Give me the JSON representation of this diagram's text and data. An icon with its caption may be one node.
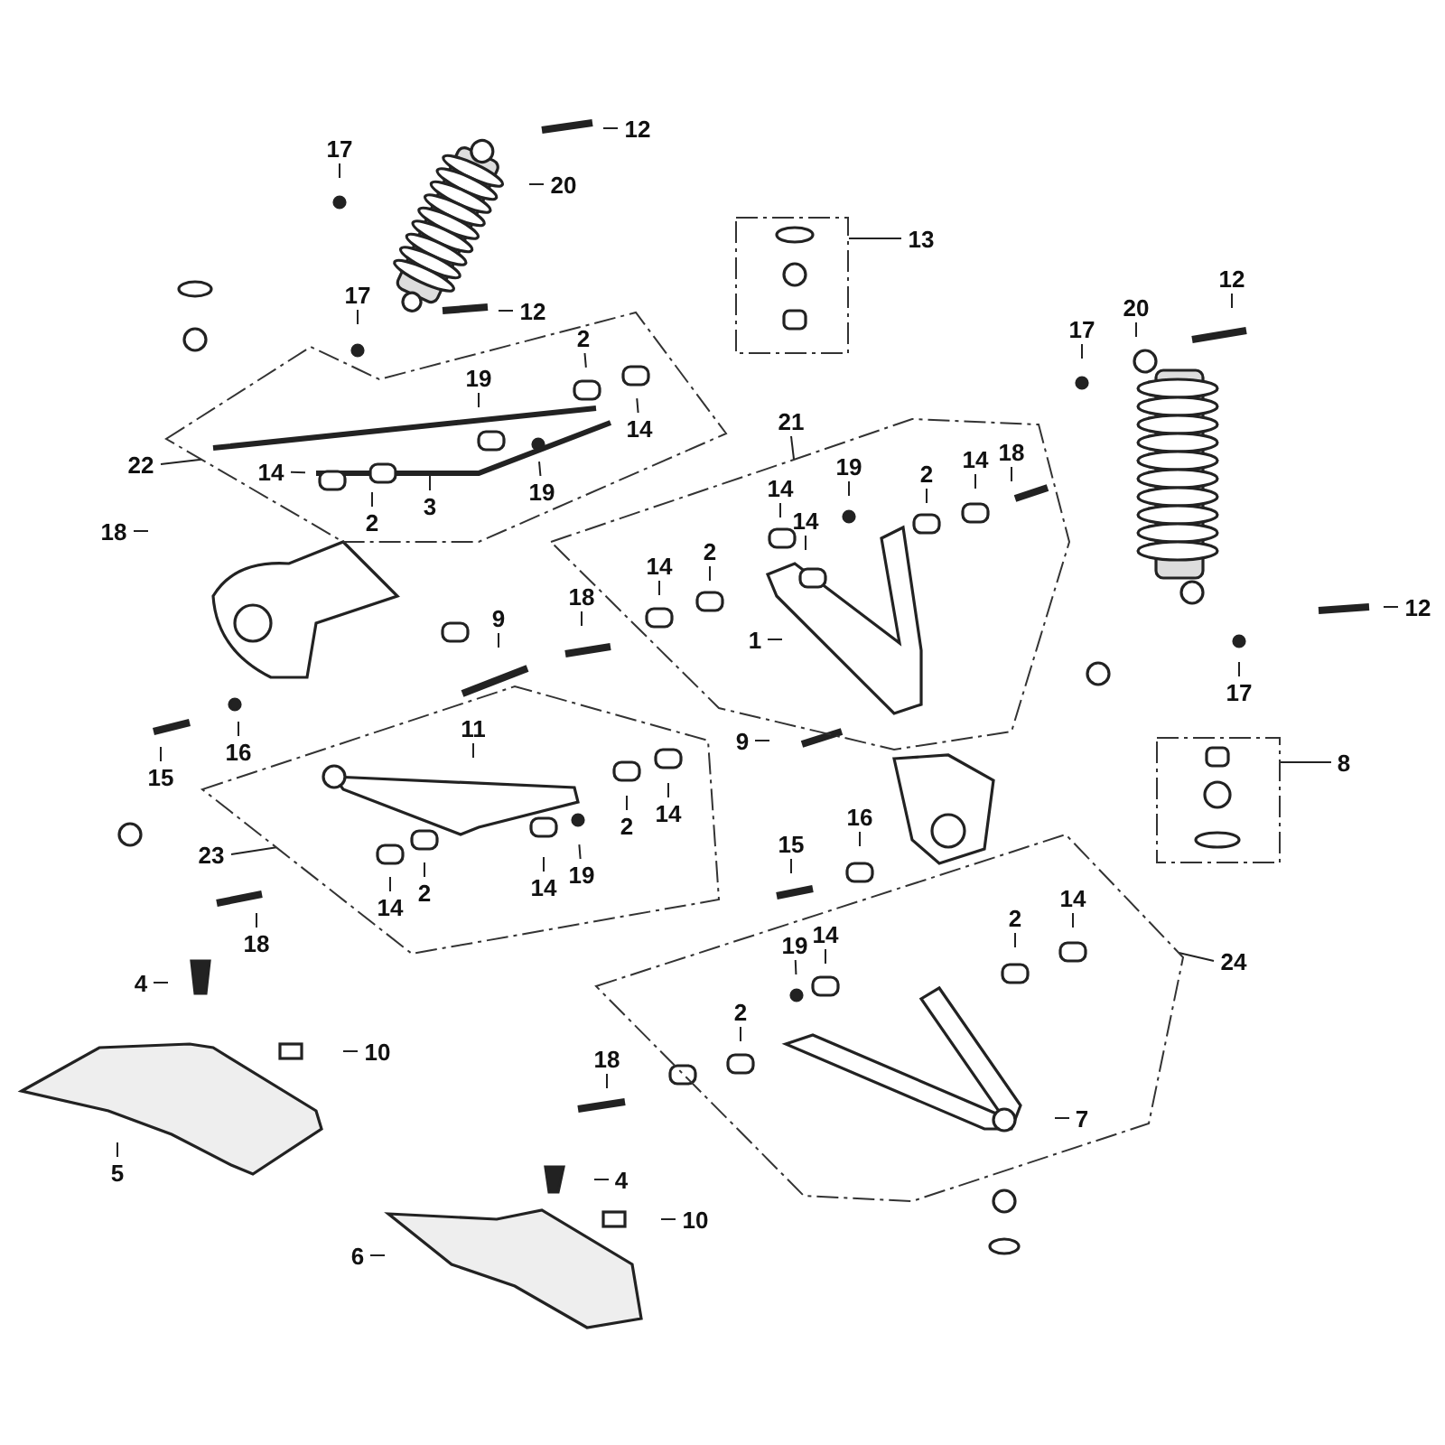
{
  "diagram": {
    "nodes": [
      {
        "text": [],
        "shape": "polygon"
      },
      {
        "text": [],
        "shape": "polygon"
      },
      {
        "text": [],
        "shape": "polygon"
      },
      {
        "text": [],
        "shape": "polygon"
      },
      {
        "text": [],
        "shape": "box"
      },
      {
        "text": [],
        "shape": "box"
      },
      {
        "text": [
          "12"
        ]
      },
      {
        "text": [
          "17"
        ]
      },
      {
        "text": [
          "20"
        ]
      },
      {
        "text": [
          "13"
        ]
      },
      {
        "text": [
          "12"
        ]
      },
      {
        "text": [
          "17"
        ]
      },
      {
        "text": [
          "20"
        ]
      },
      {
        "text": [
          "17"
        ]
      },
      {
        "text": [
          "12"
        ]
      },
      {
        "text": [
          "2"
        ],
        "in": 0
      },
      {
        "text": [
          "19"
        ],
        "in": 0
      },
      {
        "text": [
          "21"
        ]
      },
      {
        "text": [
          "14"
        ],
        "in": 0
      },
      {
        "text": [
          "18"
        ],
        "in": 1
      },
      {
        "text": [
          "2"
        ],
        "in": 1
      },
      {
        "text": [
          "14"
        ],
        "in": 1
      },
      {
        "text": [
          "19"
        ],
        "in": 1
      },
      {
        "text": [
          "22"
        ]
      },
      {
        "text": [
          "14"
        ],
        "in": 0
      },
      {
        "text": [
          "14"
        ],
        "in": 1
      },
      {
        "text": [
          "14"
        ],
        "in": 1
      },
      {
        "text": [
          "19"
        ],
        "in": 0
      },
      {
        "text": [
          "3"
        ],
        "in": 0
      },
      {
        "text": [
          "2"
        ],
        "in": 0
      },
      {
        "text": [
          "18"
        ]
      },
      {
        "text": [
          "2"
        ],
        "in": 1
      },
      {
        "text": [
          "14"
        ],
        "in": 1
      },
      {
        "text": [
          "18"
        ]
      },
      {
        "text": [
          "9"
        ]
      },
      {
        "text": [
          "12"
        ]
      },
      {
        "text": [
          "1"
        ],
        "in": 1
      },
      {
        "text": [
          "17"
        ]
      },
      {
        "text": [
          "11"
        ],
        "in": 2
      },
      {
        "text": [
          "9"
        ]
      },
      {
        "text": [
          "16"
        ]
      },
      {
        "text": [
          "8"
        ]
      },
      {
        "text": [
          "15"
        ]
      },
      {
        "text": [
          "14"
        ],
        "in": 2
      },
      {
        "text": [
          "16"
        ]
      },
      {
        "text": [
          "2"
        ],
        "in": 2
      },
      {
        "text": [
          "15"
        ]
      },
      {
        "text": [
          "23"
        ]
      },
      {
        "text": [
          "19"
        ],
        "in": 2
      },
      {
        "text": [
          "14"
        ],
        "in": 2
      },
      {
        "text": [
          "2"
        ],
        "in": 2
      },
      {
        "text": [
          "14"
        ],
        "in": 3
      },
      {
        "text": [
          "2"
        ],
        "in": 3
      },
      {
        "text": [
          "14"
        ],
        "in": 2
      },
      {
        "text": [
          "19"
        ],
        "in": 3
      },
      {
        "text": [
          "18"
        ]
      },
      {
        "text": [
          "24"
        ]
      },
      {
        "text": [
          "4"
        ]
      },
      {
        "text": [
          "2"
        ],
        "in": 3
      },
      {
        "text": [
          "14"
        ],
        "in": 3
      },
      {
        "text": [
          "10"
        ]
      },
      {
        "text": [
          "18"
        ]
      },
      {
        "text": [
          "7"
        ],
        "in": 3
      },
      {
        "text": [
          "5"
        ]
      },
      {
        "text": [
          "4"
        ]
      },
      {
        "text": [
          "10"
        ]
      },
      {
        "text": [
          "6"
        ]
      }
    ],
    "edges": [
      {
        "from": 6,
        "to": null,
        "arrow": "none"
      },
      {
        "from": 7,
        "to": null,
        "arrow": "none"
      },
      {
        "from": 8,
        "to": null,
        "arrow": "none"
      },
      {
        "from": 9,
        "to": 4,
        "arrow": "none"
      },
      {
        "from": 10,
        "to": null,
        "arrow": "none"
      },
      {
        "from": 11,
        "to": null,
        "arrow": "none"
      },
      {
        "from": 12,
        "to": null,
        "arrow": "none"
      },
      {
        "from": 13,
        "to": null,
        "arrow": "none"
      },
      {
        "from": 14,
        "to": null,
        "arrow": "none"
      },
      {
        "from": 15,
        "to": null,
        "arrow": "none"
      },
      {
        "from": 16,
        "to": null,
        "arrow": "none"
      },
      {
        "from": 17,
        "to": 1,
        "arrow": "none"
      },
      {
        "from": 18,
        "to": null,
        "arrow": "none"
      },
      {
        "from": 19,
        "to": null,
        "arrow": "none"
      },
      {
        "from": 20,
        "to": null,
        "arrow": "none"
      },
      {
        "from": 21,
        "to": null,
        "arrow": "none"
      },
      {
        "from": 22,
        "to": null,
        "arrow": "none"
      },
      {
        "from": 23,
        "to": 0,
        "arrow": "none"
      },
      {
        "from": 24,
        "to": null,
        "arrow": "none"
      },
      {
        "from": 25,
        "to": null,
        "arrow": "none"
      },
      {
        "from": 26,
        "to": null,
        "arrow": "none"
      },
      {
        "from": 27,
        "to": null,
        "arrow": "none"
      },
      {
        "from": 28,
        "to": null,
        "arrow": "none"
      },
      {
        "from": 29,
        "to": null,
        "arrow": "none"
      },
      {
        "from": 30,
        "to": null,
        "arrow": "none"
      },
      {
        "from": 31,
        "to": null,
        "arrow": "none"
      },
      {
        "from": 32,
        "to": null,
        "arrow": "none"
      },
      {
        "from": 33,
        "to": null,
        "arrow": "none"
      },
      {
        "from": 34,
        "to": null,
        "arrow": "none"
      },
      {
        "from": 35,
        "to": null,
        "arrow": "none"
      },
      {
        "from": 36,
        "to": null,
        "arrow": "none"
      },
      {
        "from": 37,
        "to": null,
        "arrow": "none"
      },
      {
        "from": 38,
        "to": null,
        "arrow": "none"
      },
      {
        "from": 39,
        "to": null,
        "arrow": "none"
      },
      {
        "from": 40,
        "to": null,
        "arrow": "none"
      },
      {
        "from": 41,
        "to": 5,
        "arrow": "none"
      },
      {
        "from": 42,
        "to": null,
        "arrow": "none"
      },
      {
        "from": 43,
        "to": null,
        "arrow": "none"
      },
      {
        "from": 44,
        "to": null,
        "arrow": "none"
      },
      {
        "from": 45,
        "to": null,
        "arrow": "none"
      },
      {
        "from": 46,
        "to": null,
        "arrow": "none"
      },
      {
        "from": 47,
        "to": 2,
        "arrow": "none"
      },
      {
        "from": 48,
        "to": null,
        "arrow": "none"
      },
      {
        "from": 49,
        "to": null,
        "arrow": "none"
      },
      {
        "from": 50,
        "to": null,
        "arrow": "none"
      },
      {
        "from": 51,
        "to": null,
        "arrow": "none"
      },
      {
        "from": 52,
        "to": null,
        "arrow": "none"
      },
      {
        "from": 53,
        "to": null,
        "arrow": "none"
      },
      {
        "from": 54,
        "to": null,
        "arrow": "none"
      },
      {
        "from": 55,
        "to": null,
        "arrow": "none"
      },
      {
        "from": 56,
        "to": 3,
        "arrow": "none"
      },
      {
        "from": 57,
        "to": null,
        "arrow": "none"
      },
      {
        "from": 58,
        "to": null,
        "arrow": "none"
      },
      {
        "from": 59,
        "to": null,
        "arrow": "none"
      },
      {
        "from": 60,
        "to": null,
        "arrow": "none"
      },
      {
        "from": 61,
        "to": null,
        "arrow": "none"
      },
      {
        "from": 62,
        "to": null,
        "arrow": "none"
      },
      {
        "from": 63,
        "to": null,
        "arrow": "none"
      },
      {
        "from": 64,
        "to": null,
        "arrow": "none"
      },
      {
        "from": 65,
        "to": null,
        "arrow": "none"
      },
      {
        "from": 66,
        "to": null,
        "arrow": "none"
      }
    ]
  }
}
